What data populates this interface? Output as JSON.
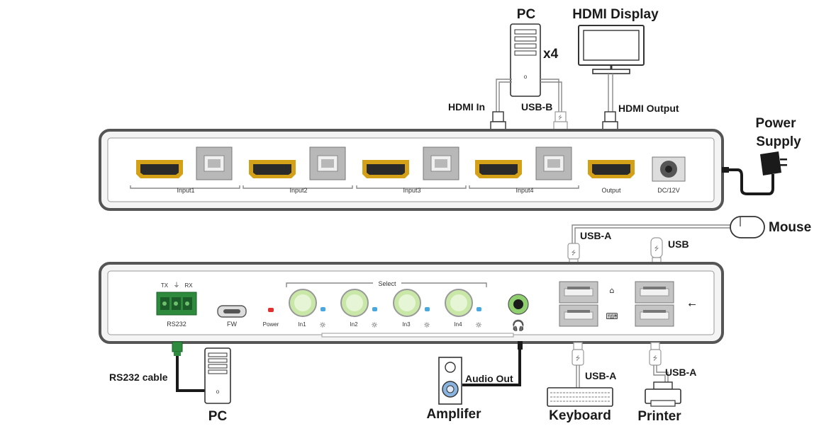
{
  "labels": {
    "pc_top": "PC",
    "x4": "x4",
    "hdmi_display": "HDMI Display",
    "hdmi_in": "HDMI In",
    "usb_b": "USB-B",
    "hdmi_output": "HDMI Output",
    "power_supply_1": "Power",
    "power_supply_2": "Supply",
    "mouse": "Mouse",
    "usb_a_mouse": "USB-A",
    "usb": "USB",
    "rs232_cable": "RS232 cable",
    "pc_bottom": "PC",
    "audio_out": "Audio Out",
    "amplifier": "Amplifer",
    "usb_a_keyboard": "USB-A",
    "keyboard": "Keyboard",
    "usb_a_printer": "USB-A",
    "printer": "Printer"
  },
  "rear_panel": {
    "input1": "Input1",
    "input2": "Input2",
    "input3": "Input3",
    "input4": "Input4",
    "output": "Output",
    "dc": "DC/12V"
  },
  "front_panel": {
    "tx": "TX",
    "rx": "RX",
    "rs232": "RS232",
    "fw": "FW",
    "power": "Power",
    "select": "Select",
    "in1": "In1",
    "in2": "In2",
    "in3": "In3",
    "in4": "In4"
  },
  "colors": {
    "hdmi_gold": "#d4a017",
    "button_green": "#c9e8a8",
    "terminal_green": "#2e8b3e",
    "power_led": "#e03030",
    "blue_led": "#4aa8e0",
    "panel_border": "#555555"
  }
}
